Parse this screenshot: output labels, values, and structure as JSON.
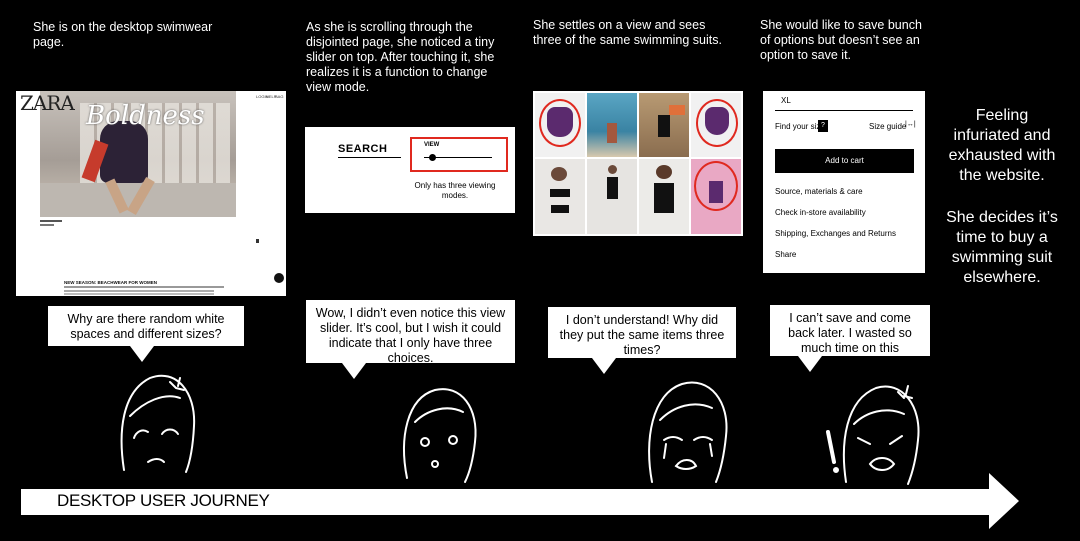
{
  "steps": [
    {
      "caption": "She is on the  desktop swimwear page.",
      "quote": "Why are there random white spaces and different sizes?"
    },
    {
      "caption": "As she is scrolling through the disjointed page, she noticed a tiny slider on top. After touching it, she realizes it is a function to change view mode.",
      "quote": "Wow, I didn’t even notice this view slider. It’s cool, but I wish it could indicate that I only have three choices."
    },
    {
      "caption": "She settles on a view and sees three of the same swimming suits.",
      "quote": "I don’t understand! Why did they put the same items three times?"
    },
    {
      "caption": "She would like to save bunch of options but doesn’t see an option to save it.",
      "quote": "I can’t save and come back later. I wasted so much time on this website."
    }
  ],
  "panel1": {
    "logo": "ZARA",
    "hero_text": "Boldness",
    "nav": [
      "LOGIN",
      "HELP",
      "BAG"
    ],
    "footer_heading": "NEW SEASON: BEACHWEAR FOR WOMEN"
  },
  "panel2": {
    "search_label": "SEARCH",
    "view_label": "VIEW",
    "note": "Only has three viewing modes."
  },
  "panel4": {
    "size_value": "XL",
    "find_size": "Find your size",
    "size_guide": "Size guide",
    "add_to_cart": "Add to cart",
    "links": [
      "Source, materials & care",
      "Check in-store availability",
      "Shipping, Exchanges and Returns",
      "Share"
    ]
  },
  "conclusion": {
    "line1": "Feeling infuriated and exhausted with the website.",
    "line2": "She decides it’s time to buy a swimming suit elsewhere."
  },
  "journey_label": "DESKTOP USER JOURNEY",
  "colors": {
    "background": "#000000",
    "highlight": "#e0291f",
    "purple_suit": "#5b2a6e"
  }
}
